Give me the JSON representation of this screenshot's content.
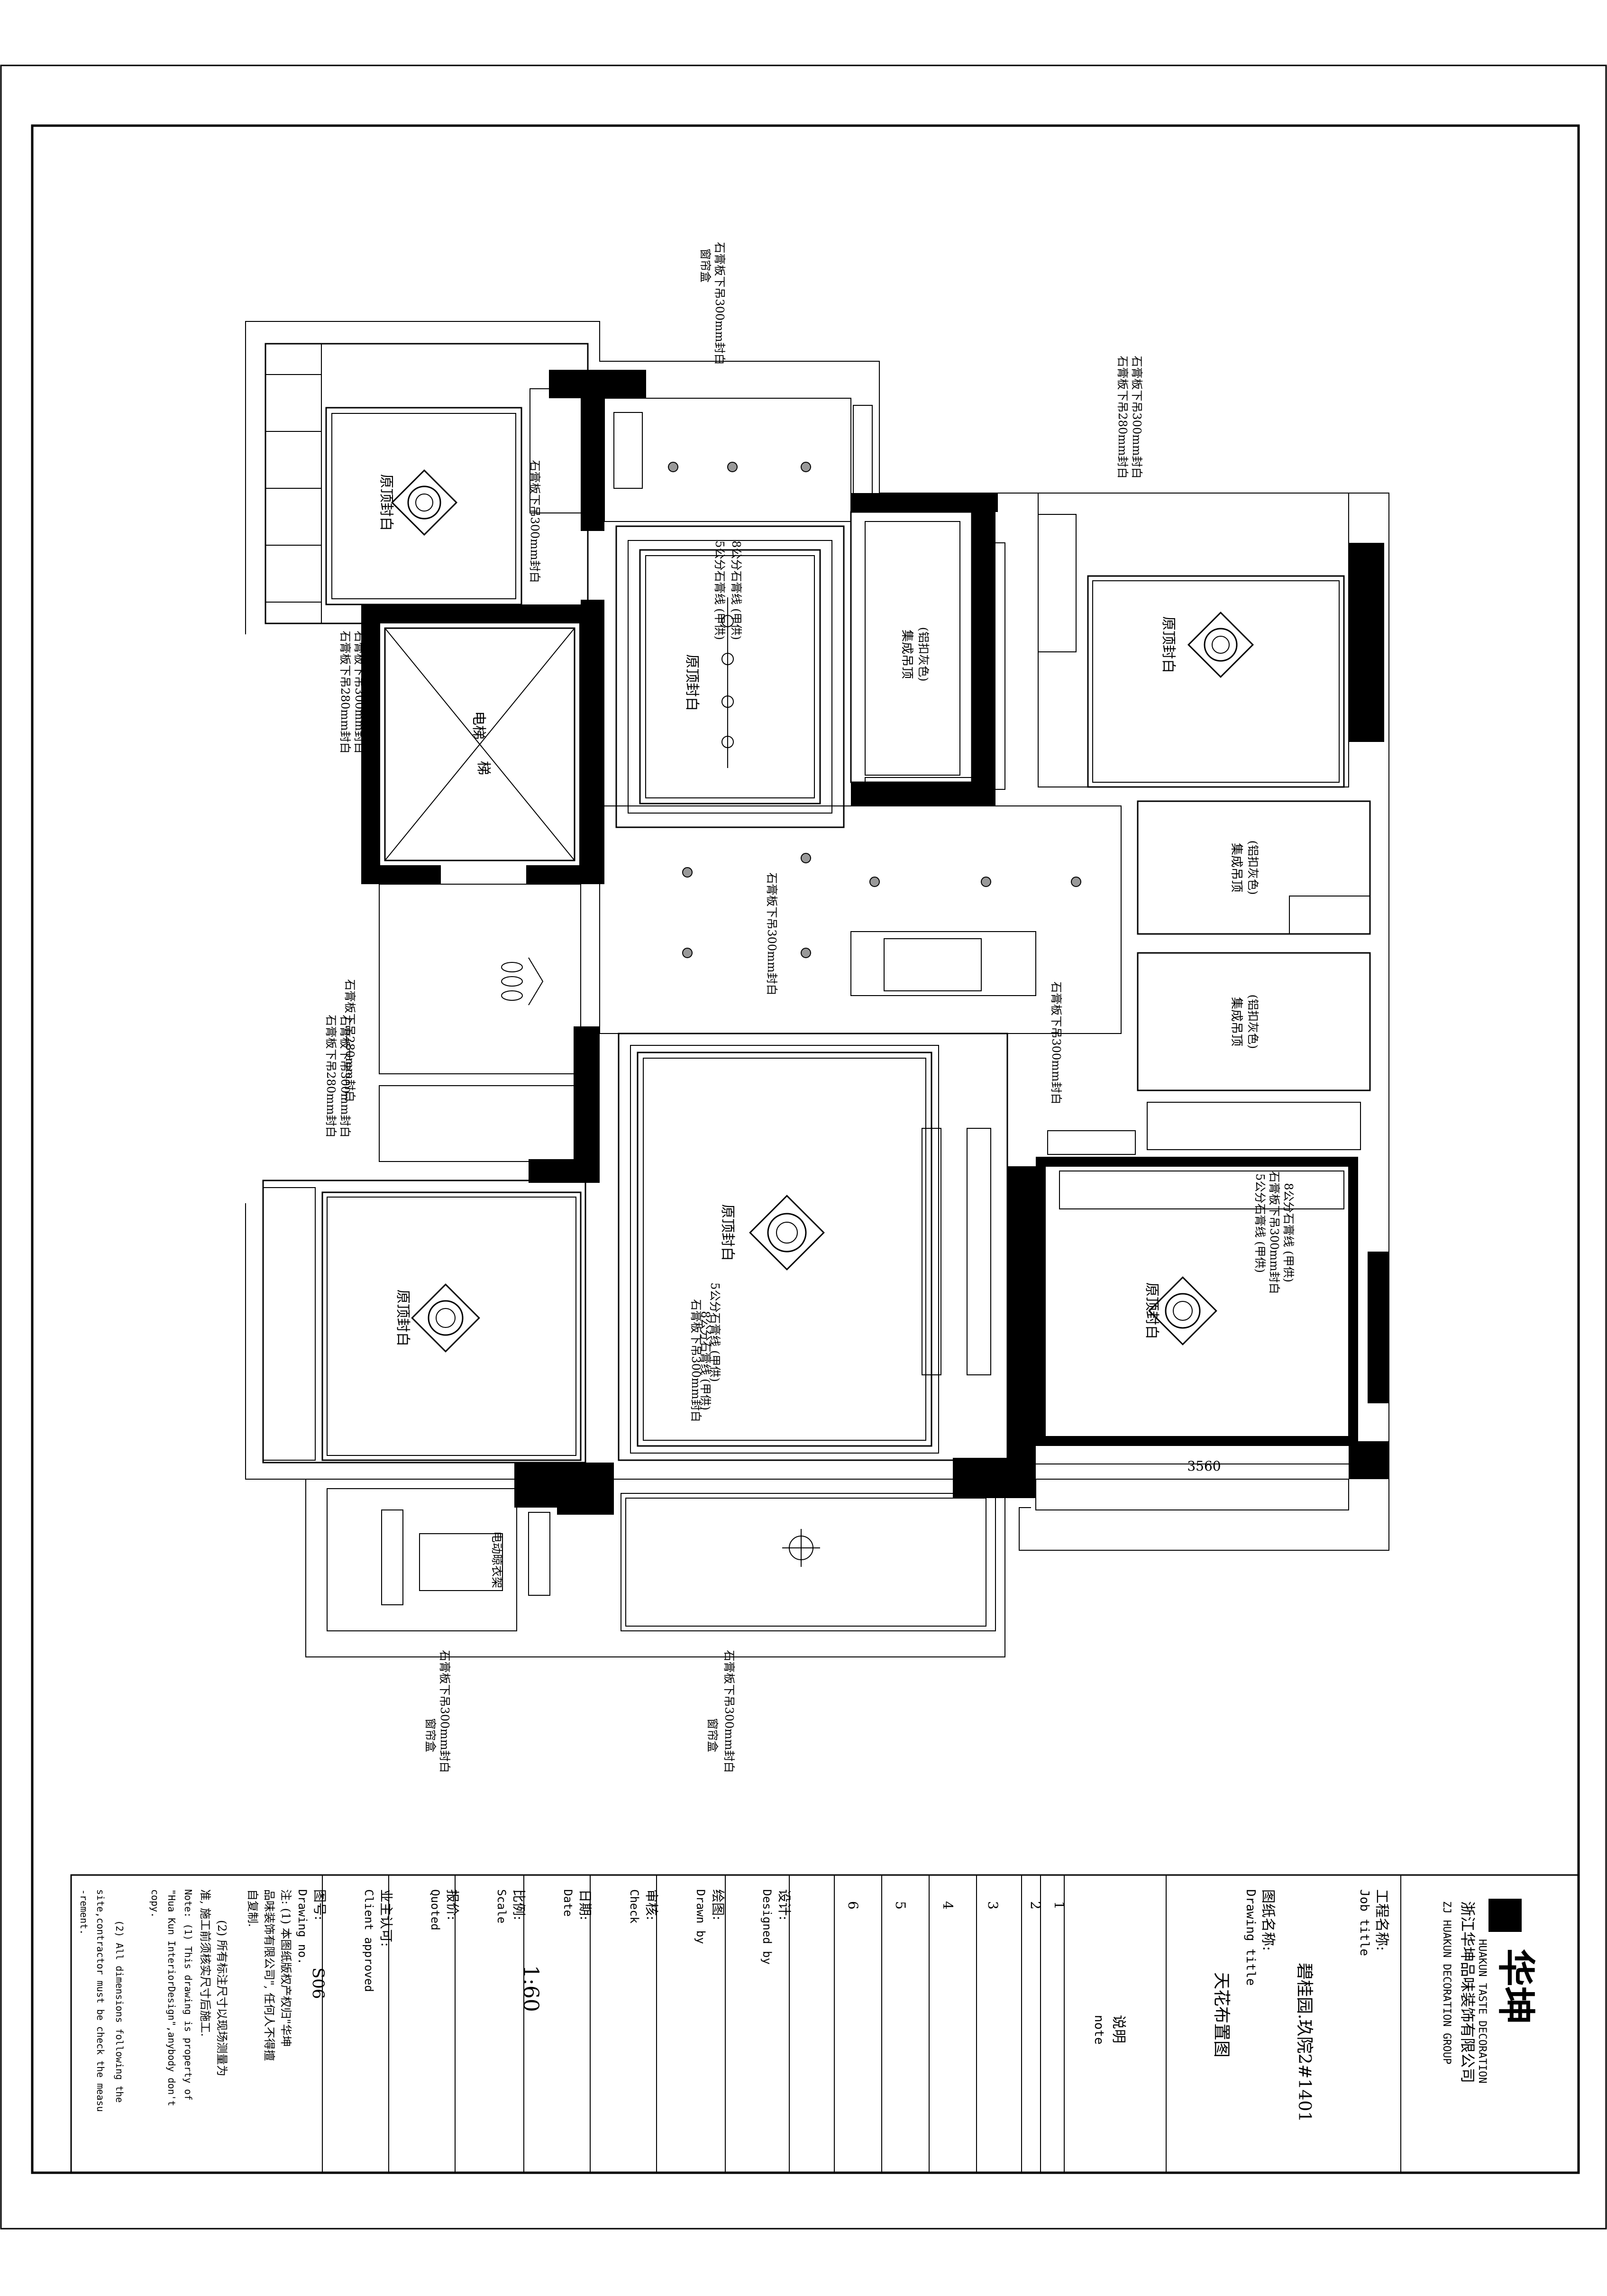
{
  "title_block": {
    "company_name": "浙江华坤品味装饰有限公司",
    "company_group": "ZJ HUAKUN DECORATION GROUP",
    "logo_text_en": "HUAKUN TASTE DECORATION",
    "job_title_label": "工程名称:",
    "job_title_label_en": "Job title",
    "job_title_value": "碧桂园.玖院2#1401",
    "drawing_title_label": "图纸名称:",
    "drawing_title_label_en": "Drawing title",
    "drawing_title_value": "天花布置图",
    "note_label": "说明",
    "note_label_en": "note",
    "note_rows": [
      "1",
      "2",
      "3",
      "4",
      "5",
      "6"
    ],
    "designed_label": "设计:",
    "designed_label_en": "Designed by",
    "drawn_label": "绘图:",
    "drawn_label_en": "Drawn by",
    "check_label": "审核:",
    "check_label_en": "Check",
    "date_label": "日期:",
    "date_label_en": "Date",
    "scale_label": "比例:",
    "scale_label_en": "Scale",
    "scale_value": "1:60",
    "quoted_label": "报价:",
    "quoted_label_en": "Quoted",
    "client_label": "业主认可:",
    "client_label_en": "Client approved",
    "drawing_no_label": "图号:",
    "drawing_no_label_en": "Drawing no.",
    "drawing_no_value": "S06",
    "notes_cn": [
      "注: (1) 本图纸版权产权归\"华坤",
      "品味装饰有限公司\", 任何人不得擅",
      "自复制.",
      "(2) 所有标注尺寸以现场测量为",
      "准, 施工前须核实尺寸后施工."
    ],
    "notes_en": [
      "Note: (1) This drawing is property of",
      "\"Hua Kun InteriorDesign\",anybody don't",
      "copy.",
      "(2) All dimensions following the",
      "site,contractor must be check the measu",
      "-rement."
    ]
  },
  "plan": {
    "dimension": "3560",
    "room_labels": {
      "original_top_top_left": "原顶封白",
      "elevator": "电梯",
      "elevator_char2": "梯",
      "dining": "原顶封白",
      "bedroom_right_top": "原顶封白",
      "living": "原顶封白",
      "bedroom_left_bottom": "原顶封白",
      "bedroom_right_bottom": "原顶封白",
      "kitchen": "集成吊顶",
      "kitchen_sub": "(铝扣灰色)",
      "bath1": "集成吊顶",
      "bath1_sub": "(铝扣灰色)",
      "bath2": "集成吊顶",
      "bath2_sub": "(铝扣灰色)",
      "sign_box": "电动晾衣架"
    },
    "annotations": {
      "a1": "石膏板下吊300mm封白",
      "a2": "窗帘盒",
      "a3": "石膏板下吊280mm封白",
      "a4": "石膏板下吊300mm封白",
      "a5": "石膏板下吊300mm封白",
      "a6": "石膏板下吊280mm封白",
      "a7": "5公分石膏线 (甲供)",
      "a8": "8公分石膏线 (甲供)",
      "a9": "石膏板下吊300mm封白",
      "a10": "石膏板下吊300mm封白",
      "a11": "石膏板下吊280mm封白",
      "a12": "石膏板下吊300mm封白",
      "a13": "石膏板下吊280mm封白",
      "a14": "石膏板下吊300mm封白",
      "a15": "8公分石膏线 (甲供)",
      "a16": "5公分石膏线 (甲供)",
      "a17": "8公分石膏线 (甲供)",
      "a18": "石膏板下吊300mm封白",
      "a19": "石膏板下吊300mm封白",
      "a20": "窗帘盒",
      "a21": "石膏板下吊300mm封白",
      "a22": "窗帘盒",
      "a23": "5公分石膏线 (甲供)",
      "a24": "石膏板下吊300mm封白"
    }
  }
}
